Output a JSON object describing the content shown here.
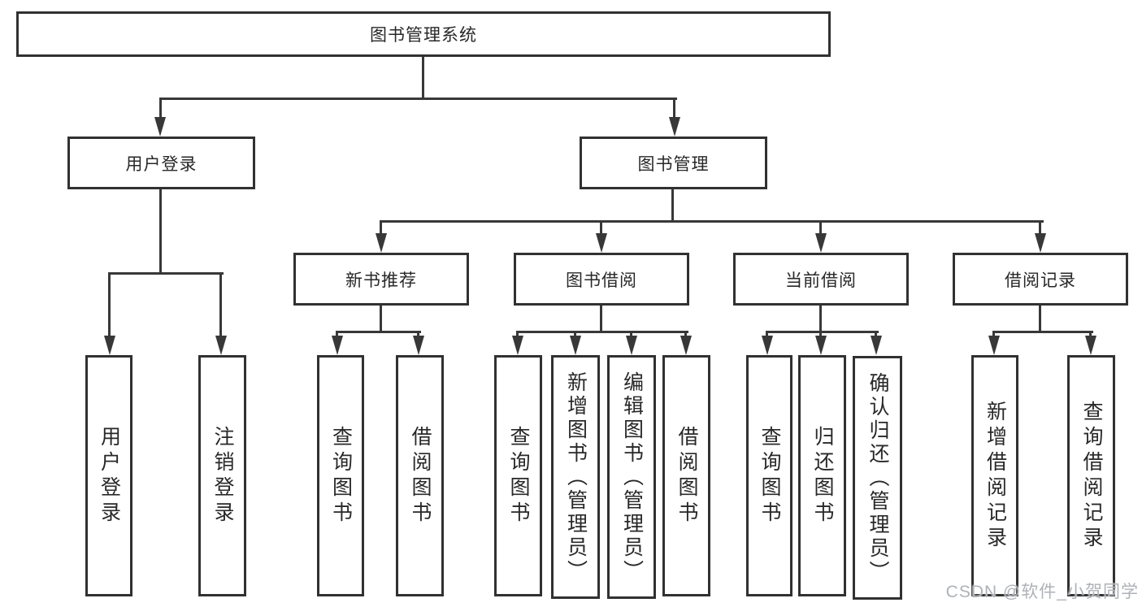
{
  "nodes": {
    "root": "图书管理系统",
    "user_login": "用户登录",
    "book_mgmt": "图书管理",
    "new_books": "新书推荐",
    "book_borrow": "图书借阅",
    "current_borrow": "当前借阅",
    "borrow_records": "借阅记录",
    "leaf_user_login": "用户登录",
    "leaf_logout": "注销登录",
    "leaf_nb_query": "查询图书",
    "leaf_nb_borrow": "借阅图书",
    "leaf_bb_query": "查询图书",
    "leaf_bb_add": "新增图书（管理员）",
    "leaf_bb_edit": "编辑图书（管理员）",
    "leaf_bb_borrow": "借阅图书",
    "leaf_cb_query": "查询图书",
    "leaf_cb_return": "归还图书",
    "leaf_cb_confirm": "确认归还（管理员）",
    "leaf_br_add": "新增借阅记录",
    "leaf_br_query": "查询借阅记录"
  },
  "hierarchy": {
    "图书管理系统": {
      "用户登录": [
        "用户登录",
        "注销登录"
      ],
      "图书管理": {
        "新书推荐": [
          "查询图书",
          "借阅图书"
        ],
        "图书借阅": [
          "查询图书",
          "新增图书（管理员）",
          "编辑图书（管理员）",
          "借阅图书"
        ],
        "当前借阅": [
          "查询图书",
          "归还图书",
          "确认归还（管理员）"
        ],
        "借阅记录": [
          "新增借阅记录",
          "查询借阅记录"
        ]
      }
    }
  },
  "watermark": "CSDN @软件_小贺同学",
  "colors": {
    "line": "#383838",
    "box_border": "#313131",
    "text": "#282828",
    "background": "#ffffff",
    "watermark": "#aeb2b8"
  }
}
